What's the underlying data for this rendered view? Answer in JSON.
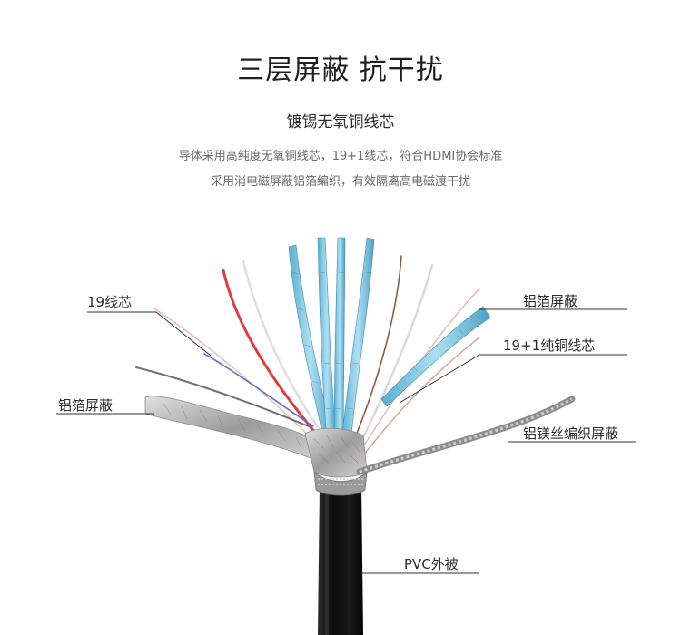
{
  "heading": {
    "title": "三层屏蔽 抗干扰",
    "subtitle": "镀锡无氧铜线芯",
    "lines": [
      "导体采用高纯度无氧铜线芯，19+1线芯，符合HDMI协会标准",
      "采用消电磁屏蔽铝箔编织，有效隔离高电磁渡干扰"
    ]
  },
  "callouts": {
    "wire_cores": "19线芯",
    "foil_left": "铝箔屏蔽",
    "foil_right": "铝箔屏蔽",
    "copper_core": "19+1纯铜线芯",
    "braid": "铝镁丝编织屏蔽",
    "jacket": "PVC外被"
  },
  "colors": {
    "jacket": "#111111",
    "shield_blue": "#7cc4e0",
    "foil": "#b9b9b9",
    "red_wire": "#e23b3b",
    "leader": "#333333"
  }
}
